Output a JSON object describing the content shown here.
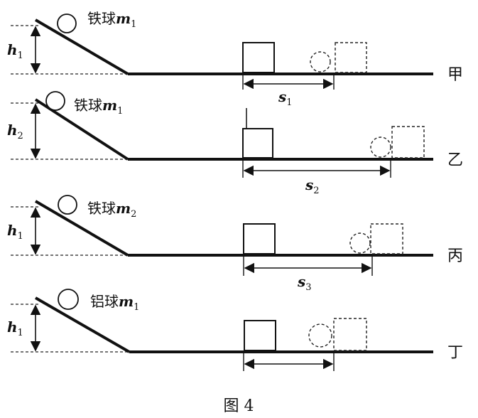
{
  "figure": {
    "caption": "图 4",
    "panels": [
      {
        "ball_material": "铁球",
        "mass_symbol": "m",
        "mass_sub": "1",
        "height_symbol": "h",
        "height_sub": "1",
        "distance_symbol": "s",
        "distance_sub": "1",
        "tag": "甲"
      },
      {
        "ball_material": "铁球",
        "mass_symbol": "m",
        "mass_sub": "1",
        "height_symbol": "h",
        "height_sub": "2",
        "distance_symbol": "s",
        "distance_sub": "2",
        "tag": "乙"
      },
      {
        "ball_material": "铁球",
        "mass_symbol": "m",
        "mass_sub": "2",
        "height_symbol": "h",
        "height_sub": "1",
        "distance_symbol": "s",
        "distance_sub": "3",
        "tag": "丙"
      },
      {
        "ball_material": "铝球",
        "mass_symbol": "m",
        "mass_sub": "1",
        "height_symbol": "h",
        "height_sub": "1",
        "distance_symbol": "",
        "distance_sub": "",
        "tag": "丁"
      }
    ]
  }
}
